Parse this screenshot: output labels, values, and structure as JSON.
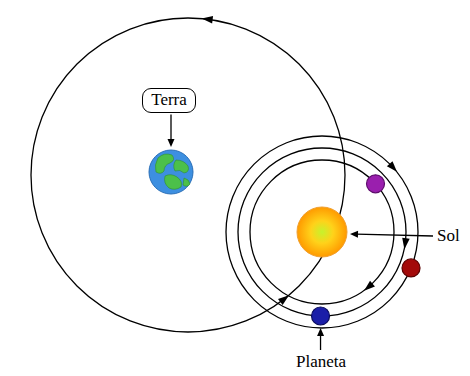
{
  "diagram": {
    "nodes": [
      {
        "text": [
          "Terra"
        ]
      }
    ],
    "labels": [
      "Sol",
      "Planeta"
    ]
  }
}
